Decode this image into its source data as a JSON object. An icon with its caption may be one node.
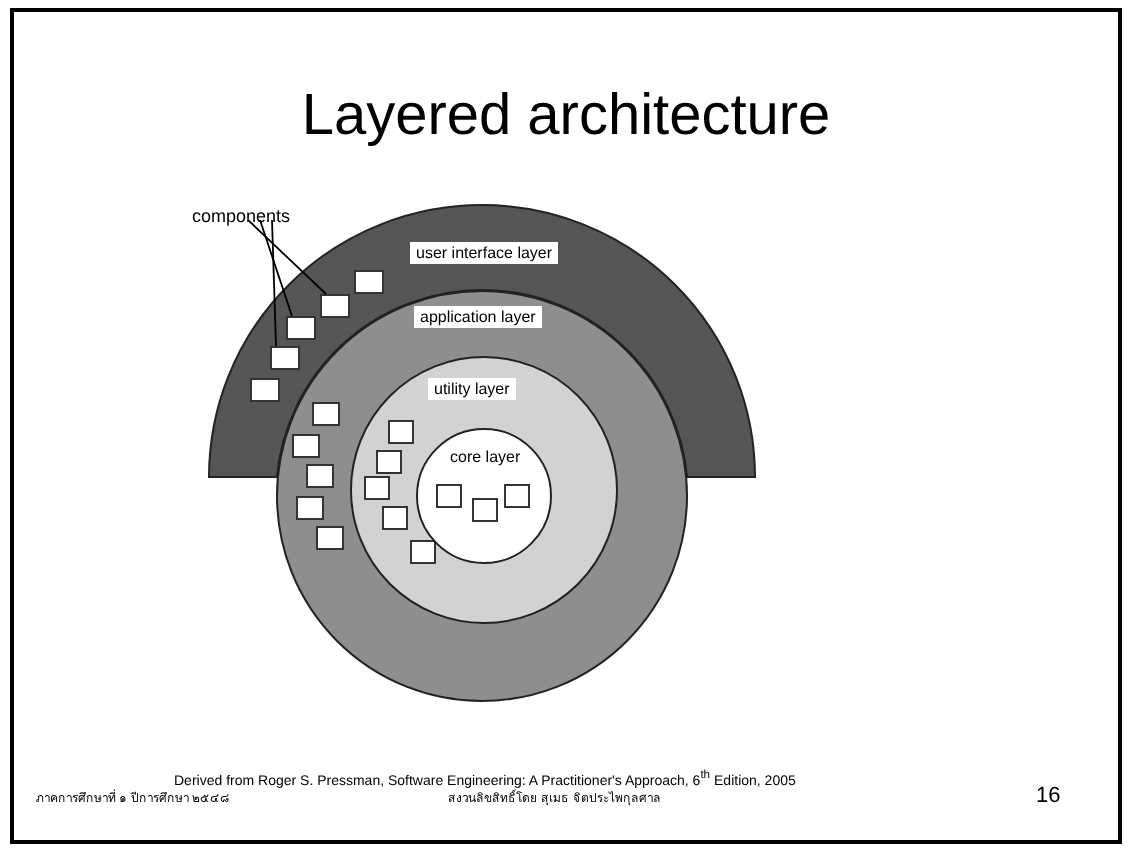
{
  "diagram": {
    "title": "Layered architecture",
    "nodes": [
      {
        "text": [
          "components"
        ]
      },
      {
        "text": [
          "user interface layer"
        ]
      },
      {
        "text": [],
        "shape": "box",
        "in": 1
      },
      {
        "text": [],
        "shape": "box",
        "in": 1
      },
      {
        "text": [],
        "shape": "box",
        "in": 1
      },
      {
        "text": [],
        "shape": "box",
        "in": 1
      },
      {
        "text": [],
        "shape": "box",
        "in": 1
      },
      {
        "text": [
          "application layer"
        ]
      },
      {
        "text": [],
        "shape": "box",
        "in": 7
      },
      {
        "text": [],
        "shape": "box",
        "in": 7
      },
      {
        "text": [],
        "shape": "box",
        "in": 7
      },
      {
        "text": [],
        "shape": "box",
        "in": 7
      },
      {
        "text": [],
        "shape": "box",
        "in": 7
      },
      {
        "text": [
          "utility layer"
        ],
        "in": 7
      },
      {
        "text": [],
        "shape": "box",
        "in": 13
      },
      {
        "text": [],
        "shape": "box",
        "in": 13
      },
      {
        "text": [],
        "shape": "box",
        "in": 13
      },
      {
        "text": [],
        "shape": "box",
        "in": 13
      },
      {
        "text": [],
        "shape": "box",
        "in": 13
      },
      {
        "text": [
          "core layer"
        ],
        "in": 13
      },
      {
        "text": [],
        "shape": "box",
        "in": 19
      },
      {
        "text": [],
        "shape": "box",
        "in": 19
      },
      {
        "text": [],
        "shape": "box",
        "in": 19
      }
    ],
    "edges": [
      {
        "from": 0,
        "to": 3,
        "arrow": "none"
      },
      {
        "from": 0,
        "to": 4,
        "arrow": "none"
      },
      {
        "from": 0,
        "to": 5,
        "arrow": "none"
      }
    ],
    "labels": [
      "Derived from Roger S. Pressman, Software Engineering: A Practitioner's Approach, 6$^{th}$ Edition, 2005",
      "ภาคการศึกษาที่ ๑ ปีการศึกษา ๒๕๔๘",
      "สงวนลิขสิทธิ์โดย สุเมธ จิตประไพกุลศาล",
      "16"
    ]
  }
}
